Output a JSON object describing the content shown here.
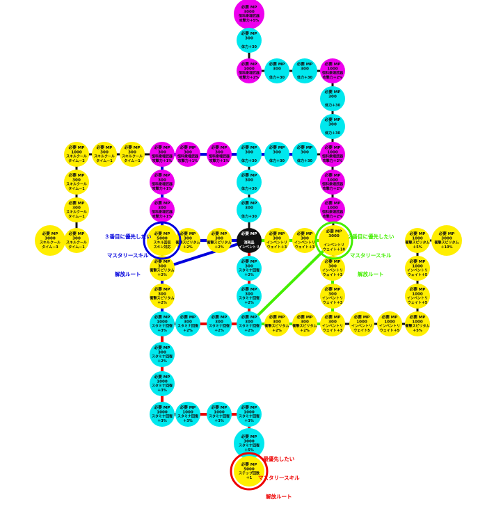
{
  "colors": {
    "magenta": "#ee00ee",
    "cyan": "#00e8ee",
    "yellow": "#ffee00",
    "black_line": "#111111",
    "red_route": "#ee0000",
    "green_route": "#44ee00",
    "blue_route": "#0000dd"
  },
  "nodes": [
    {
      "id": "n01",
      "color": "magenta",
      "lines": [
        "必要 MP",
        "3000",
        "恒科衆埋武器",
        "攻撃力＋5%"
      ]
    },
    {
      "id": "n02",
      "color": "cyan",
      "lines": [
        "必要 MP",
        "300",
        "",
        "体力＋30"
      ]
    },
    {
      "id": "n03",
      "color": "magenta",
      "lines": [
        "必要 MP",
        "1000",
        "恒科衆埋武器",
        "攻撃力＋2%"
      ]
    },
    {
      "id": "n04",
      "color": "cyan",
      "lines": [
        "必要 MP",
        "300",
        "",
        "体力＋30"
      ]
    },
    {
      "id": "n05",
      "color": "cyan",
      "lines": [
        "必要 MP",
        "300",
        "",
        "体力＋30"
      ]
    },
    {
      "id": "n06",
      "color": "magenta",
      "lines": [
        "必要 MP",
        "1000",
        "恒科衆埋武器",
        "攻撃力＋2%"
      ]
    },
    {
      "id": "n07",
      "color": "cyan",
      "lines": [
        "必要 MP",
        "300",
        "",
        "体力＋30"
      ]
    },
    {
      "id": "n08",
      "color": "cyan",
      "lines": [
        "必要 MP",
        "300",
        "",
        "体力＋30"
      ]
    },
    {
      "id": "n09",
      "color": "yellow",
      "lines": [
        "必要 MP",
        "1000",
        "スキルクール",
        "タイム－2"
      ]
    },
    {
      "id": "n10",
      "color": "yellow",
      "lines": [
        "必要 MP",
        "300",
        "スキルクール",
        "タイム－1"
      ]
    },
    {
      "id": "n11",
      "color": "yellow",
      "lines": [
        "必要 MP",
        "300",
        "スキルクール",
        "タイム－1"
      ]
    },
    {
      "id": "n12",
      "color": "magenta",
      "lines": [
        "必要 MP",
        "300",
        "恒科衆埋武器",
        "攻撃力＋1%"
      ]
    },
    {
      "id": "n13",
      "color": "magenta",
      "lines": [
        "必要 MP",
        "300",
        "恒科衆埋武器",
        "攻撃力＋1%"
      ]
    },
    {
      "id": "n14",
      "color": "magenta",
      "lines": [
        "必要 MP",
        "300",
        "恒科衆埋武器",
        "攻撃力＋1%"
      ]
    },
    {
      "id": "n15",
      "color": "cyan",
      "lines": [
        "必要 MP",
        "300",
        "",
        "体力＋30"
      ]
    },
    {
      "id": "n16",
      "color": "cyan",
      "lines": [
        "必要 MP",
        "300",
        "",
        "体力＋30"
      ]
    },
    {
      "id": "n17",
      "color": "cyan",
      "lines": [
        "必要 MP",
        "300",
        "",
        "体力＋30"
      ]
    },
    {
      "id": "n18",
      "color": "magenta",
      "lines": [
        "必要 MP",
        "1000",
        "恒科衆埋武器",
        "攻撃力＋2%"
      ]
    },
    {
      "id": "n19",
      "color": "yellow",
      "lines": [
        "必要 MP",
        "300",
        "スキルクール",
        "タイム－1"
      ]
    },
    {
      "id": "n20",
      "color": "magenta",
      "lines": [
        "必要 MP",
        "300",
        "恒科衆埋武器",
        "攻撃力＋1%"
      ]
    },
    {
      "id": "n21",
      "color": "cyan",
      "lines": [
        "必要 MP",
        "300",
        "",
        "体力＋30"
      ]
    },
    {
      "id": "n22",
      "color": "magenta",
      "lines": [
        "必要 MP",
        "1000",
        "恒科衆埋武器",
        "攻撃力＋2%"
      ]
    },
    {
      "id": "n23",
      "color": "yellow",
      "lines": [
        "必要 MP",
        "300",
        "スキルクール",
        "タイム－1"
      ]
    },
    {
      "id": "n24",
      "color": "magenta",
      "lines": [
        "必要 MP",
        "300",
        "恒科衆埋武器",
        "攻撃力＋1%"
      ]
    },
    {
      "id": "n25",
      "color": "cyan",
      "lines": [
        "必要 MP",
        "300",
        "",
        "体力＋30"
      ]
    },
    {
      "id": "n26",
      "color": "magenta",
      "lines": [
        "必要 MP",
        "1000",
        "恒科衆埋武器",
        "攻撃力＋2%"
      ]
    },
    {
      "id": "n27",
      "color": "yellow",
      "lines": [
        "必要 MP",
        "3000",
        "スキルクール",
        "タイム－3"
      ]
    },
    {
      "id": "n28",
      "color": "yellow",
      "lines": [
        "必要 MP",
        "300",
        "スキルクール",
        "タイム－1"
      ]
    },
    {
      "id": "n29",
      "color": "yellow",
      "lines": [
        "必要 MP",
        "5000",
        "スキル回収",
        "スキン対応"
      ]
    },
    {
      "id": "n30",
      "color": "yellow",
      "lines": [
        "必要 MP",
        "300",
        "衝撃スピリタム",
        "＋2%"
      ]
    },
    {
      "id": "n31",
      "color": "yellow",
      "lines": [
        "必要 MP",
        "300",
        "衝撃スピリタム",
        "＋2%"
      ]
    },
    {
      "id": "n32",
      "color": "black",
      "lines": [
        "必要 MP",
        "",
        "消耗品",
        "インベントリ"
      ]
    },
    {
      "id": "n33",
      "color": "yellow",
      "lines": [
        "必要 MP",
        "300",
        "インベントリ",
        "ウェイト＋3"
      ]
    },
    {
      "id": "n34",
      "color": "yellow",
      "lines": [
        "必要 MP",
        "300",
        "インベントリ",
        "ウェイト＋3"
      ]
    },
    {
      "id": "n35",
      "color": "yellow",
      "lines": [
        "必要 MP",
        "3000",
        "",
        "インベントリ",
        "ウェイト＋10"
      ]
    },
    {
      "id": "n36",
      "color": "yellow",
      "lines": [
        "必要 MP",
        "1000",
        "衝撃スピリタム",
        "＋5%"
      ]
    },
    {
      "id": "n37",
      "color": "yellow",
      "lines": [
        "必要 MP",
        "3000",
        "衝撃スピリタム",
        "＋10%"
      ]
    },
    {
      "id": "n38",
      "color": "yellow",
      "lines": [
        "必要 MP",
        "300",
        "衝撃スピリタム",
        "＋2%"
      ]
    },
    {
      "id": "n39",
      "color": "cyan",
      "lines": [
        "必要 MP",
        "300",
        "スタミナ回復",
        "＋2%"
      ]
    },
    {
      "id": "n40",
      "color": "yellow",
      "lines": [
        "必要 MP",
        "300",
        "インベントリ",
        "ウェイト＋3"
      ]
    },
    {
      "id": "n41",
      "color": "yellow",
      "lines": [
        "必要 MP",
        "1000",
        "インベントリ",
        "ウェイト＋5"
      ]
    },
    {
      "id": "n42",
      "color": "yellow",
      "lines": [
        "必要 MP",
        "300",
        "衝撃スピリタム",
        "＋2%"
      ]
    },
    {
      "id": "n43",
      "color": "cyan",
      "lines": [
        "必要 MP",
        "300",
        "スタミナ回復",
        "＋2%"
      ]
    },
    {
      "id": "n44",
      "color": "yellow",
      "lines": [
        "必要 MP",
        "300",
        "インベントリ",
        "ウェイト＋3"
      ]
    },
    {
      "id": "n45",
      "color": "yellow",
      "lines": [
        "必要 MP",
        "1000",
        "インベントリ",
        "ウェイト＋5"
      ]
    },
    {
      "id": "n46",
      "color": "cyan",
      "lines": [
        "必要 MP",
        "1000",
        "スタミナ回復",
        "＋3%"
      ]
    },
    {
      "id": "n47",
      "color": "cyan",
      "lines": [
        "必要 MP",
        "300",
        "スタミナ回復",
        "＋2%"
      ]
    },
    {
      "id": "n48",
      "color": "cyan",
      "lines": [
        "必要 MP",
        "300",
        "スタミナ回復",
        "＋2%"
      ]
    },
    {
      "id": "n49",
      "color": "cyan",
      "lines": [
        "必要 MP",
        "300",
        "スタミナ回復",
        "＋2%"
      ]
    },
    {
      "id": "n50",
      "color": "yellow",
      "lines": [
        "必要 MP",
        "300",
        "衝撃スピリタム",
        "＋2%"
      ]
    },
    {
      "id": "n51",
      "color": "yellow",
      "lines": [
        "必要 MP",
        "300",
        "衝撃スピリタム",
        "＋2%"
      ]
    },
    {
      "id": "n52",
      "color": "yellow",
      "lines": [
        "必要 MP",
        "300",
        "インベントリ",
        "ウェイト＋3"
      ]
    },
    {
      "id": "n53",
      "color": "yellow",
      "lines": [
        "必要 MP",
        "1000",
        "インベントリ",
        "ウェイト5"
      ]
    },
    {
      "id": "n54",
      "color": "yellow",
      "lines": [
        "必要 MP",
        "1000",
        "インベントリ",
        "ウェイト＋5"
      ]
    },
    {
      "id": "n55",
      "color": "yellow",
      "lines": [
        "必要 MP",
        "1000",
        "衝撃スピリタム",
        "＋5%"
      ]
    },
    {
      "id": "n56",
      "color": "cyan",
      "lines": [
        "必要 MP",
        "300",
        "スタミナ回復",
        "＋2%"
      ]
    },
    {
      "id": "n57",
      "color": "cyan",
      "lines": [
        "必要 MP",
        "1000",
        "スタミナ回復",
        "＋3%"
      ]
    },
    {
      "id": "n58",
      "color": "cyan",
      "lines": [
        "必要 MP",
        "1000",
        "スタミナ回復",
        "＋3%"
      ]
    },
    {
      "id": "n59",
      "color": "cyan",
      "lines": [
        "必要 MP",
        "1000",
        "スタミナ回復",
        "＋3%"
      ]
    },
    {
      "id": "n60",
      "color": "cyan",
      "lines": [
        "必要 MP",
        "1000",
        "スタミナ回復",
        "＋3%"
      ]
    },
    {
      "id": "n61",
      "color": "cyan",
      "lines": [
        "必要 MP",
        "1000",
        "スタミナ回復",
        "＋3%"
      ]
    },
    {
      "id": "n62",
      "color": "cyan",
      "lines": [
        "必要 MP",
        "3000",
        "スタミナ回復",
        "＋5%"
      ]
    },
    {
      "id": "n63",
      "color": "yellow",
      "lines": [
        "必要 MP",
        "5000",
        "ステップ回数",
        "＋1"
      ]
    }
  ],
  "edges": [
    [
      "n01",
      "n02"
    ],
    [
      "n02",
      "n03"
    ],
    [
      "n03",
      "n04"
    ],
    [
      "n04",
      "n05"
    ],
    [
      "n05",
      "n06"
    ],
    [
      "n06",
      "n07"
    ],
    [
      "n07",
      "n08"
    ],
    [
      "n08",
      "n18"
    ],
    [
      "n09",
      "n10"
    ],
    [
      "n10",
      "n11"
    ],
    [
      "n11",
      "n12"
    ],
    [
      "n12",
      "n13"
    ],
    [
      "n13",
      "n14"
    ],
    [
      "n14",
      "n15"
    ],
    [
      "n15",
      "n16"
    ],
    [
      "n16",
      "n17"
    ],
    [
      "n17",
      "n18"
    ],
    [
      "n09",
      "n19"
    ],
    [
      "n19",
      "n23"
    ],
    [
      "n23",
      "n28"
    ],
    [
      "n28",
      "n27"
    ],
    [
      "n12",
      "n20"
    ],
    [
      "n20",
      "n24"
    ],
    [
      "n24",
      "n29"
    ],
    [
      "n15",
      "n21"
    ],
    [
      "n21",
      "n25"
    ],
    [
      "n25",
      "n32"
    ],
    [
      "n18",
      "n22"
    ],
    [
      "n22",
      "n26"
    ],
    [
      "n26",
      "n35"
    ],
    [
      "n29",
      "n30"
    ],
    [
      "n30",
      "n31"
    ],
    [
      "n31",
      "n32"
    ],
    [
      "n32",
      "n33"
    ],
    [
      "n33",
      "n34"
    ],
    [
      "n34",
      "n35"
    ],
    [
      "n29",
      "n38"
    ],
    [
      "n38",
      "n42"
    ],
    [
      "n42",
      "n46"
    ],
    [
      "n32",
      "n39"
    ],
    [
      "n39",
      "n43"
    ],
    [
      "n43",
      "n49"
    ],
    [
      "n35",
      "n40"
    ],
    [
      "n40",
      "n44"
    ],
    [
      "n44",
      "n52"
    ],
    [
      "n36",
      "n37"
    ],
    [
      "n36",
      "n41"
    ],
    [
      "n41",
      "n45"
    ],
    [
      "n45",
      "n55"
    ],
    [
      "n46",
      "n47"
    ],
    [
      "n47",
      "n48"
    ],
    [
      "n48",
      "n49"
    ],
    [
      "n49",
      "n50"
    ],
    [
      "n50",
      "n51"
    ],
    [
      "n51",
      "n52"
    ],
    [
      "n52",
      "n53"
    ],
    [
      "n53",
      "n54"
    ],
    [
      "n54",
      "n55"
    ],
    [
      "n46",
      "n56"
    ],
    [
      "n56",
      "n57"
    ],
    [
      "n57",
      "n58"
    ],
    [
      "n58",
      "n59"
    ],
    [
      "n59",
      "n60"
    ],
    [
      "n60",
      "n61"
    ],
    [
      "n61",
      "n62"
    ],
    [
      "n62",
      "n63"
    ]
  ],
  "routes": [
    {
      "id": "route-red",
      "color": "red_route",
      "path": [
        "n63",
        "n62",
        "n61",
        "n60",
        "n59",
        "n58",
        "n57",
        "n56",
        "n46",
        "n47",
        "n48",
        "n49",
        "n43",
        "n39",
        "n32"
      ]
    },
    {
      "id": "route-green",
      "color": "green_route",
      "path": [
        "n32",
        "n33",
        "n34",
        "n35",
        "n49",
        "n50",
        "n51",
        "n52",
        "n44",
        "n40"
      ]
    },
    {
      "id": "route-blue",
      "color": "blue_route",
      "path": [
        "n17",
        "n16",
        "n15",
        "n14",
        "n13",
        "n12",
        "n20",
        "n24",
        "n29",
        "n30",
        "n31",
        "n32",
        "n38",
        "n42",
        "n46"
      ]
    }
  ],
  "highlight_rings": [
    {
      "node": "n29",
      "color": "blue_route"
    },
    {
      "node": "n35",
      "color": "green_route"
    },
    {
      "node": "n63",
      "color": "red_route"
    }
  ],
  "annotations": [
    {
      "id": "annot-blue",
      "color": "blue_route",
      "lines": [
        "３番目に優先したい",
        "マスタリースキル",
        "解放ルート"
      ]
    },
    {
      "id": "annot-green",
      "color": "green_route",
      "lines": [
        "２番目に優先したい",
        "マスタリースキル",
        "解放ルート"
      ]
    },
    {
      "id": "annot-red",
      "color": "red_route",
      "lines": [
        "最優先したい",
        "マスタリースキル",
        "解放ルート"
      ]
    }
  ]
}
